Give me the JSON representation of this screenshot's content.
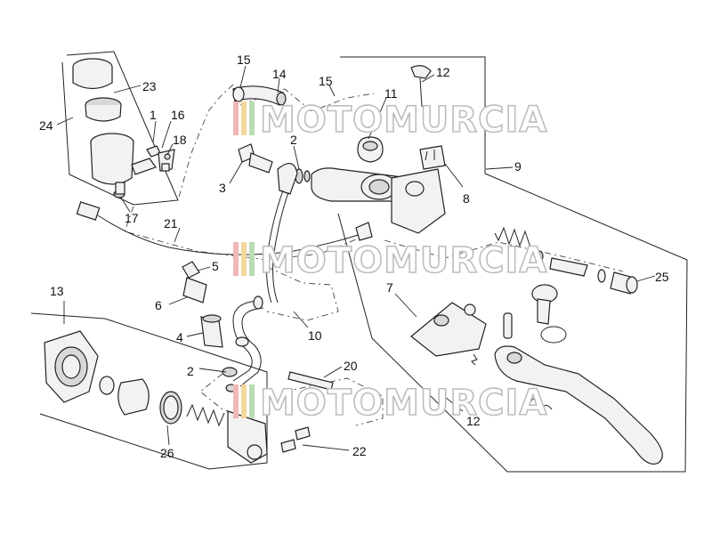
{
  "watermark": {
    "text": "MOTOMURCIA"
  },
  "callouts": [
    "1",
    "2",
    "2",
    "3",
    "4",
    "5",
    "6",
    "7",
    "8",
    "9",
    "10",
    "11",
    "12",
    "12",
    "13",
    "14",
    "15",
    "15",
    "16",
    "17",
    "18",
    "20",
    "21",
    "22",
    "23",
    "24",
    "25",
    "26"
  ]
}
